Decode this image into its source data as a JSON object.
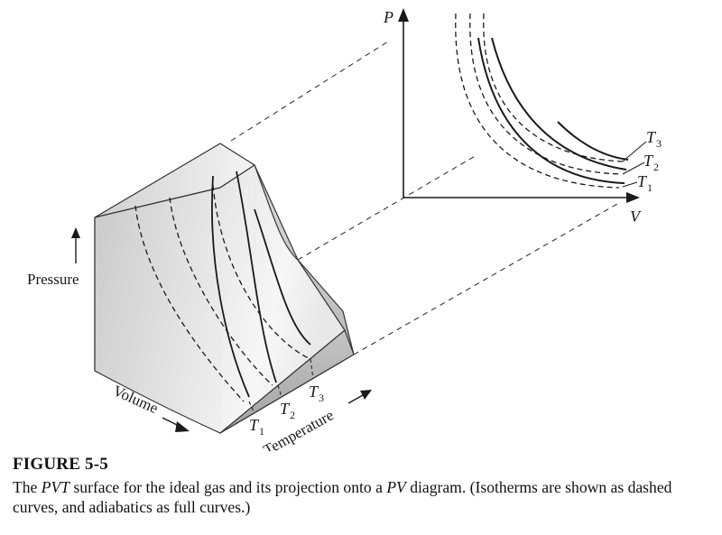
{
  "pv_diagram": {
    "p_label": "P",
    "v_label": "V",
    "isotherm_labels": [
      {
        "name": "T",
        "sub": "3"
      },
      {
        "name": "T",
        "sub": "2"
      },
      {
        "name": "T",
        "sub": "1"
      }
    ]
  },
  "surface": {
    "pressure_label": "Pressure",
    "volume_label": "Volume",
    "temperature_label": "Temperature",
    "isotherm_labels": [
      {
        "name": "T",
        "sub": "1"
      },
      {
        "name": "T",
        "sub": "2"
      },
      {
        "name": "T",
        "sub": "3"
      }
    ]
  },
  "caption": {
    "label": "FIGURE 5-5",
    "text_parts": [
      {
        "text": "The ",
        "italic": false
      },
      {
        "text": "PVT",
        "italic": true
      },
      {
        "text": " surface for the ideal gas and its projection onto a ",
        "italic": false
      },
      {
        "text": "PV",
        "italic": true
      },
      {
        "text": " diagram. (Isotherms are shown as dashed curves, and adiabatics as full curves.)",
        "italic": false
      }
    ]
  },
  "colors": {
    "ink": "#1a1a1a",
    "surface_light": "#f2f2f2",
    "surface_dark": "#9a9a9a"
  }
}
